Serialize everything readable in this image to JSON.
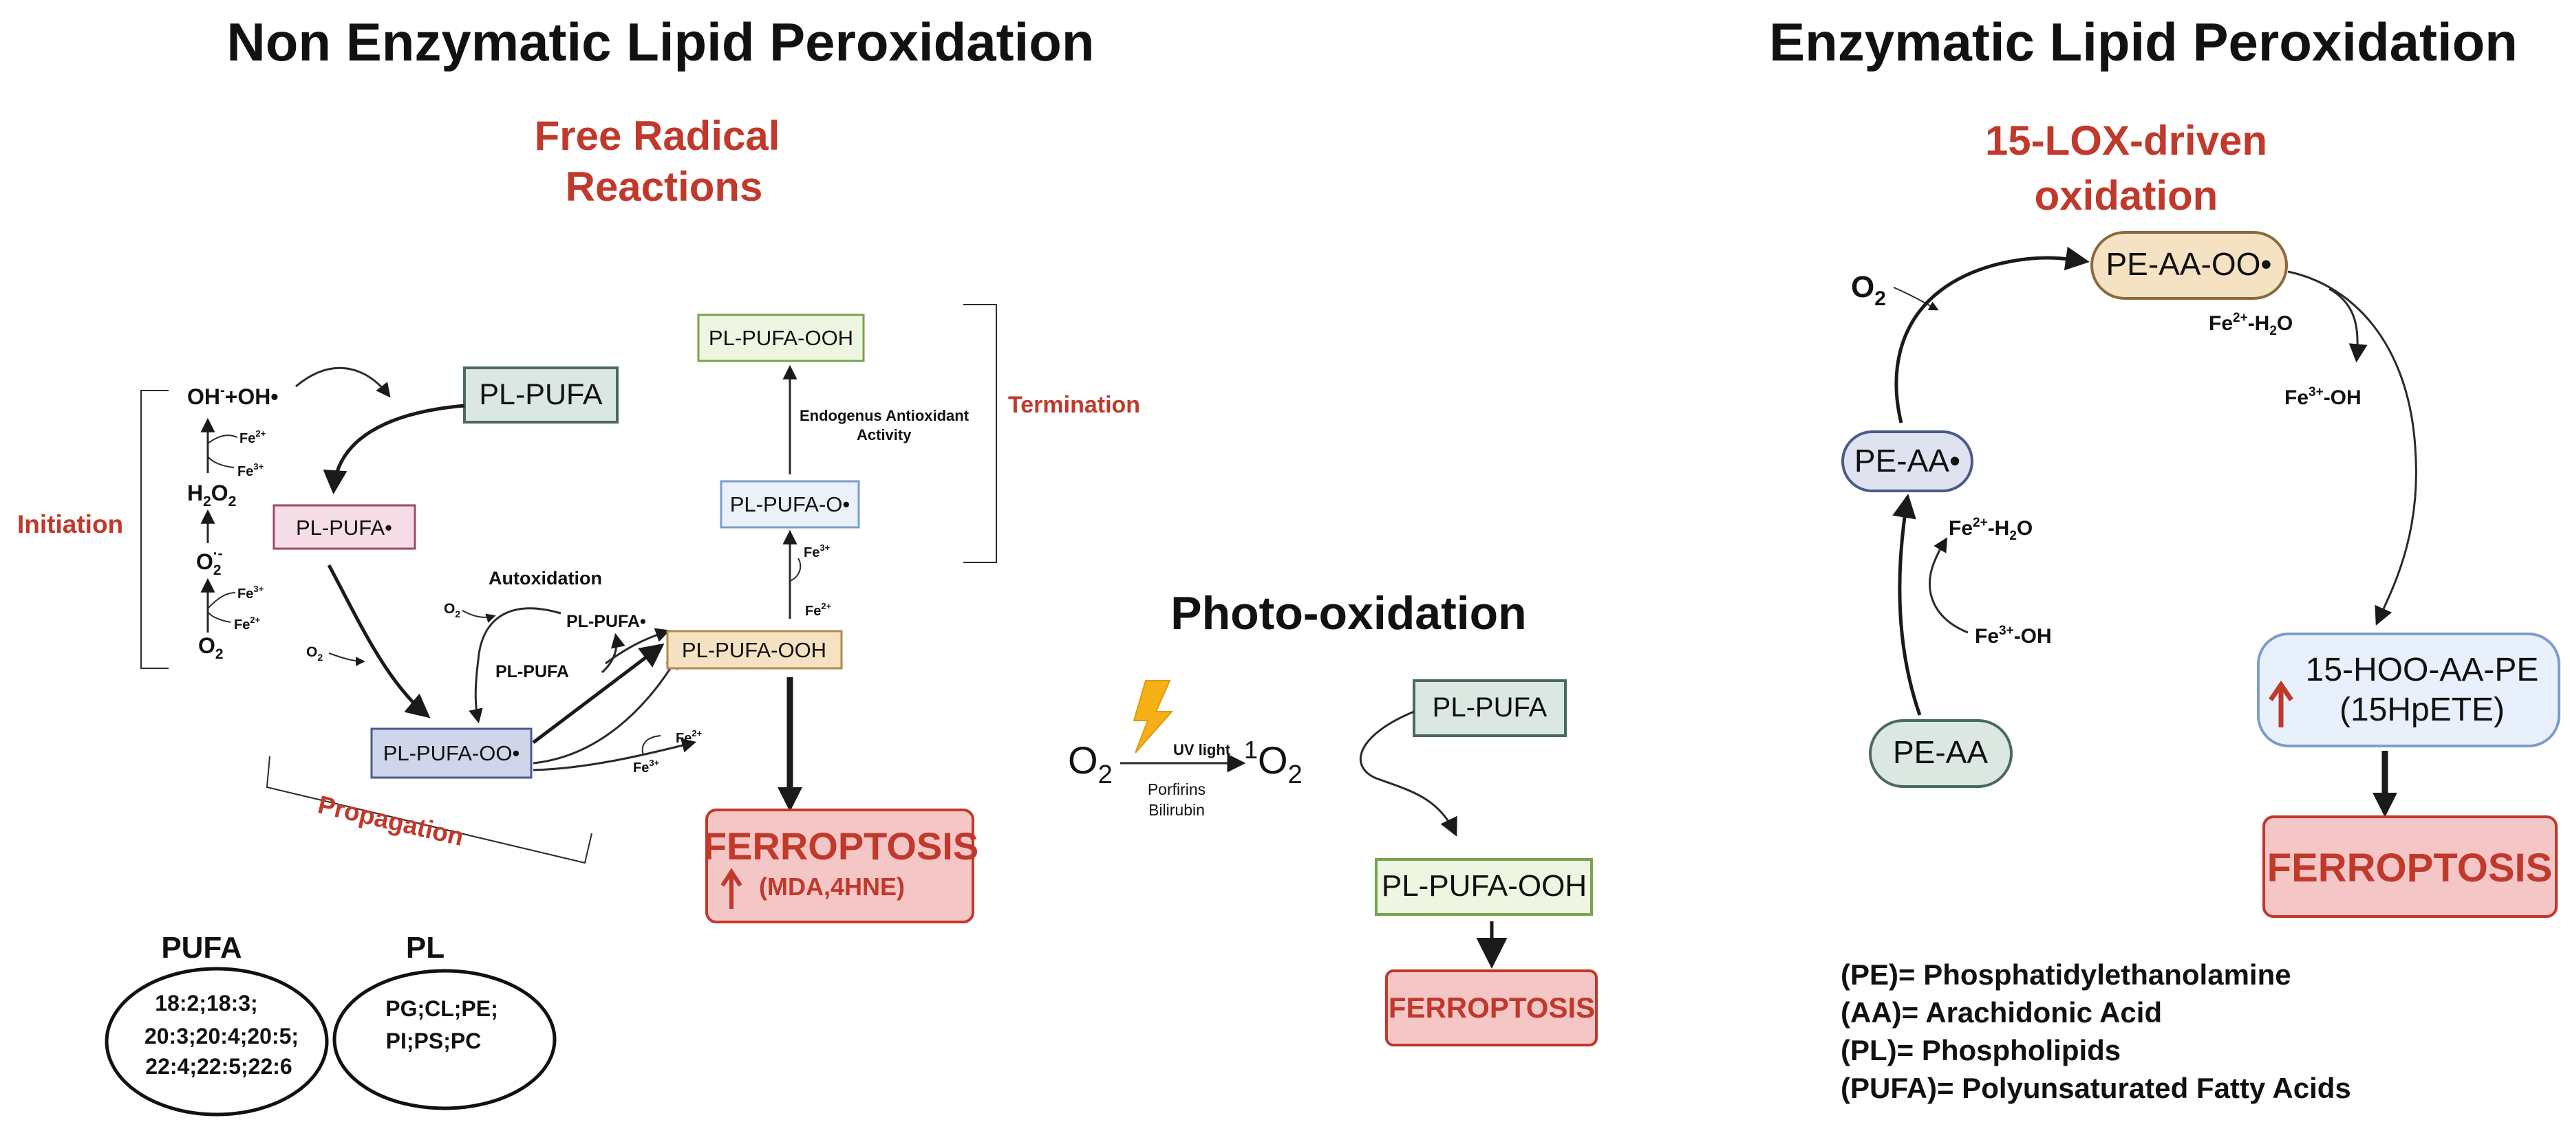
{
  "colors": {
    "red_text": "#c0392b",
    "ferro_fill": "#f5c6c6",
    "ferro_stroke": "#c0392b",
    "pufa_fill": "#dbe8e2",
    "pufa_stroke": "#4a6a5f",
    "radical_fill": "#f6dde8",
    "radical_stroke": "#9c4a6b",
    "peroxyl_fill": "#cfd6ea",
    "peroxyl_stroke": "#4b5a8c",
    "hydroperoxide_fill": "#f5e2c2",
    "hydroperoxide_stroke": "#b08a4a",
    "alkoxyl_fill": "#eaf1fb",
    "alkoxyl_stroke": "#7d9ccc",
    "product_fill": "#eef6e2",
    "product_stroke": "#79a34d",
    "lox_fill": "#e8f1fb",
    "lox_stroke": "#7d9ccc",
    "uv_bolt": "#f5b018"
  },
  "non_enzymatic": {
    "title": "Non Enzymatic Lipid Peroxidation",
    "free_radical_line1": "Free Radical",
    "free_radical_line2": "Reactions",
    "initiation_label": "Initiation",
    "propagation_label": "Propagation",
    "termination_label": "Termination",
    "autoxidation_label": "Autoxidation",
    "antioxidant_line1": "Endogenus Antioxidant",
    "antioxidant_line2": "Activity",
    "init_oh": "OH",
    "init_oh_sup": "-",
    "init_oh_rest": "+OH•",
    "init_h2o2_a": "H",
    "init_h2o2_sub1": "2",
    "init_h2o2_b": "O",
    "init_h2o2_sub2": "2",
    "init_o2rad": "O",
    "init_o2rad_sub": "2",
    "init_o2rad_sup": "·-",
    "init_o2": "O",
    "init_o2_sub": "2",
    "fe2": "Fe",
    "fe2_sup": "2+",
    "fe3": "Fe",
    "fe3_sup": "3+",
    "o2_small": "O",
    "o2_small_sub": "2",
    "pl_pufa_box": "PL-PUFA",
    "pl_pufa_radical_box": "PL-PUFA•",
    "pl_pufa_oo_box": "PL-PUFA-OO•",
    "pl_pufa_ooh_box": "PL-PUFA-OOH",
    "pl_pufa_o_box": "PL-PUFA-O•",
    "pl_pufa_ooh_top_box": "PL-PUFA-OOH",
    "pl_pufa_radical_text": "PL-PUFA•",
    "pl_pufa_text": "PL-PUFA",
    "ferroptosis": "FERROPTOSIS",
    "ferro_sub": "(MDA,4HNE)"
  },
  "legend_ellipses": {
    "pufa_title": "PUFA",
    "pufa_line1": "18:2;18:3;",
    "pufa_line2": "20:3;20:4;20:5;",
    "pufa_line3": "22:4;22:5;22:6",
    "pl_title": "PL",
    "pl_line1": "PG;CL;PE;",
    "pl_line2": "PI;PS;PC"
  },
  "photo": {
    "title": "Photo-oxidation",
    "o2": "O",
    "o2_sub": "2",
    "singlet_sup": "1",
    "singlet_o": "O",
    "singlet_sub": "2",
    "uv_light": "UV light",
    "porfirins": "Porfirins",
    "bilirubin": "Bilirubin",
    "pl_pufa_box": "PL-PUFA",
    "pl_pufa_ooh_box": "PL-PUFA-OOH",
    "ferroptosis": "FERROPTOSIS"
  },
  "enzymatic": {
    "title": "Enzymatic Lipid Peroxidation",
    "lox_line1": "15-LOX-driven",
    "lox_line2": "oxidation",
    "o2": "O",
    "o2_sub": "2",
    "pe_aa_oo": "PE-AA-OO•",
    "pe_aa_radical": "PE-AA•",
    "pe_aa": "PE-AA",
    "fe2_h2o_a": "Fe",
    "fe2_h2o_sup": "2+",
    "fe2_h2o_b": "-H",
    "fe2_h2o_sub": "2",
    "fe2_h2o_c": "O",
    "fe3_oh_a": "Fe",
    "fe3_oh_sup": "3+",
    "fe3_oh_b": "-OH",
    "hoo_line1": "15-HOO-AA-PE",
    "hoo_line2": "(15HpETE)",
    "ferroptosis": "FERROPTOSIS"
  },
  "abbreviations": [
    "(PE)= Phosphatidylethanolamine",
    "(AA)= Arachidonic Acid",
    "(PL)= Phospholipids",
    "(PUFA)= Polyunsaturated Fatty Acids"
  ]
}
